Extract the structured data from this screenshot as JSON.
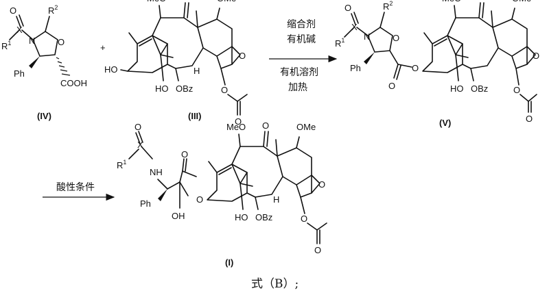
{
  "compounds": {
    "oxazolidine_acid": {
      "label": "(IV)",
      "cooh": "COOH"
    },
    "baccatin_core": {
      "label": "(III)"
    },
    "coupled_ester": {
      "label": "(V)"
    },
    "product": {
      "label": "(I)"
    }
  },
  "atoms": {
    "R1": "R",
    "R1_sup": "1",
    "R2": "R",
    "R2_sup": "2",
    "X": "X",
    "N": "N",
    "O": "O",
    "Ph": "Ph",
    "HO": "HO",
    "OH": "OH",
    "MeO": "MeO",
    "OMe": "OMe",
    "OBz": "OBz",
    "H": "H",
    "NH": "NH"
  },
  "plus_sign": "+",
  "step1": {
    "condition_top_1": "缩合剂",
    "condition_top_2": "有机碱",
    "condition_bottom_1": "有机溶剂",
    "condition_bottom_2": "加热"
  },
  "step2": {
    "condition": "酸性条件"
  },
  "caption": "式（B）;"
}
